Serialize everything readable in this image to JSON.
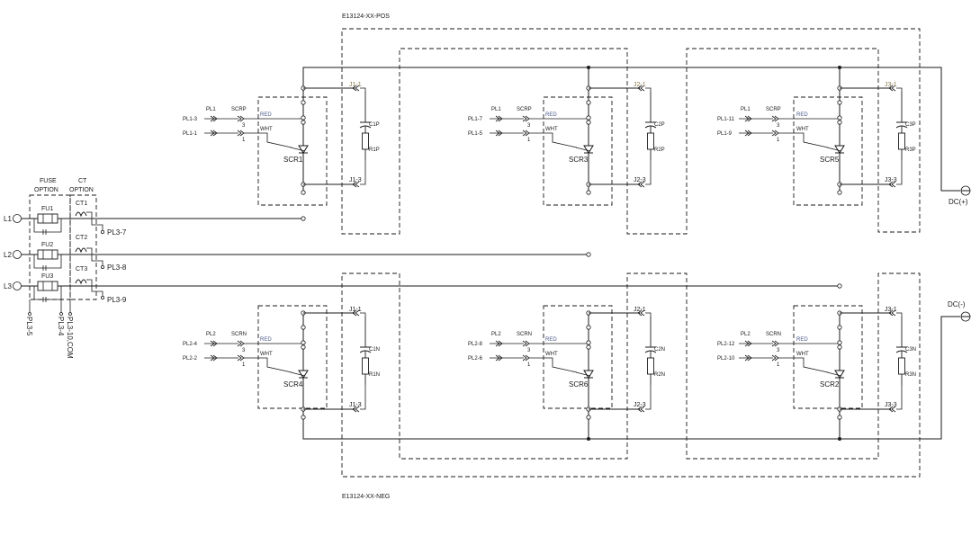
{
  "title_top": "E13124-XX-POS",
  "title_bottom": "E13124-XX-NEG",
  "fuse_option": [
    "FUSE",
    "OPTION"
  ],
  "ct_option": [
    "CT",
    "OPTION"
  ],
  "lines": [
    "L1",
    "L2",
    "L3"
  ],
  "fuses": [
    "FU1",
    "FU2",
    "FU3"
  ],
  "cts": [
    "CT1",
    "CT2",
    "CT3"
  ],
  "ct_out": [
    "PL3-7",
    "PL3-8",
    "PL3-9"
  ],
  "bottom_labels": [
    "PL3-5",
    "PL3-4",
    "PL3-10,COM"
  ],
  "dc_pos": "DC(+)",
  "dc_neg": "DC(-)",
  "wire_red": "RED",
  "wire_wht": "WHT",
  "pin3": "3",
  "pin1": "1",
  "upper": [
    {
      "scr": "SCR1",
      "pl": "PL1",
      "scr_label": "SCRP",
      "in1": "PL1-3",
      "in2": "PL1-1",
      "j1": "J1-1",
      "j3": "J1-3",
      "cap": "C1P",
      "res": "R1P"
    },
    {
      "scr": "SCR3",
      "pl": "PL1",
      "scr_label": "SCRP",
      "in1": "PL1-7",
      "in2": "PL1-5",
      "j1": "J2-1",
      "j3": "J2-3",
      "cap": "C2P",
      "res": "R2P"
    },
    {
      "scr": "SCR5",
      "pl": "PL1",
      "scr_label": "SCRP",
      "in1": "PL1-11",
      "in2": "PL1-9",
      "j1": "J3-1",
      "j3": "J3-3",
      "cap": "C3P",
      "res": "R3P"
    }
  ],
  "lower": [
    {
      "scr": "SCR4",
      "pl": "PL2",
      "scr_label": "SCRN",
      "in1": "PL2-4",
      "in2": "PL2-2",
      "j1": "J1-1",
      "j3": "J1-3",
      "cap": "C1N",
      "res": "R1N"
    },
    {
      "scr": "SCR6",
      "pl": "PL2",
      "scr_label": "SCRN",
      "in1": "PL2-8",
      "in2": "PL2-6",
      "j1": "J2-1",
      "j3": "J2-3",
      "cap": "C2N",
      "res": "R2N"
    },
    {
      "scr": "SCR2",
      "pl": "PL2",
      "scr_label": "SCRN",
      "in1": "PL2-12",
      "in2": "PL2-10",
      "j1": "J3-1",
      "j3": "J3-3",
      "cap": "C3N",
      "res": "R3N"
    }
  ]
}
